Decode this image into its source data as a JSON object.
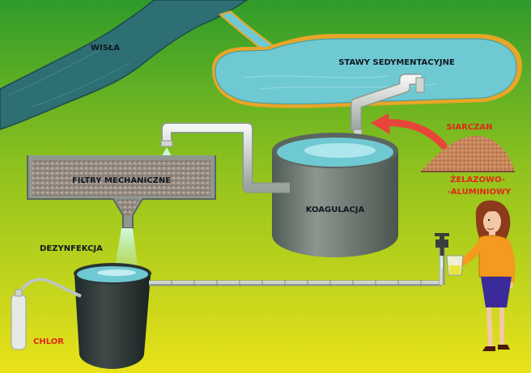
{
  "labels": {
    "river": "WISŁA",
    "ponds": "STAWY SEDYMENTACYJNE",
    "filters": "FILTRY MECHANICZNE",
    "coagulation": "KOAGULACJA",
    "disinfection": "DEZYNFEKCJA",
    "chlorine": "CHLOR",
    "sulfate_line1": "SIARCZAN",
    "sulfate_line2": "ŻELAZOWO-",
    "sulfate_line3": "-ALUMINIOWY"
  },
  "colors": {
    "bg_top": "#2f9b2a",
    "bg_bottom": "#e9e21a",
    "river": "#2e6f73",
    "water": "#6fc9d2",
    "tank": "#6f7b73",
    "pipe": "#cfd5cf",
    "label_dark": "#101820",
    "label_red": "#e0281a",
    "arrow": "#e8453a",
    "powder": "#c8865a",
    "shirt": "#f59a1e",
    "skirt": "#3b2a9a",
    "hair": "#8b3a1a"
  }
}
